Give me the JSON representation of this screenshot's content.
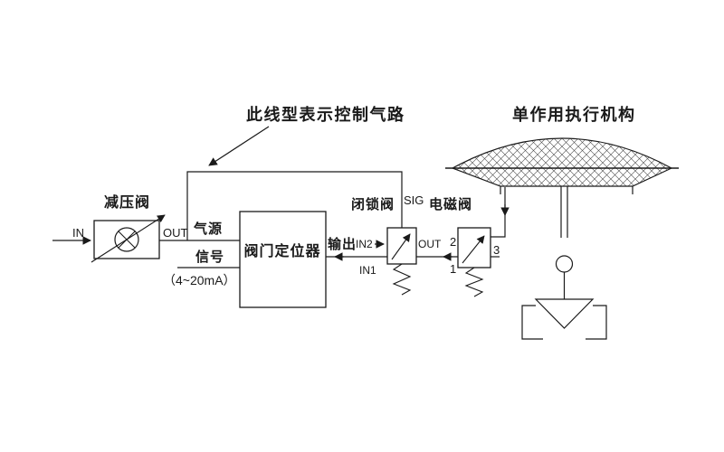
{
  "colors": {
    "background": "#ffffff",
    "line": "#1a1a1a"
  },
  "annotation": {
    "control_line_note": "此线型表示控制气路"
  },
  "actuator": {
    "title": "单作用执行机构"
  },
  "reducing_valve": {
    "label": "减压阀",
    "port_in": "IN",
    "port_out": "OUT"
  },
  "positioner": {
    "label": "阀门定位器",
    "air_supply_label": "气源",
    "signal_label": "信号",
    "signal_range": "（4~20mA）",
    "output_label": "输出"
  },
  "lockup_valve": {
    "label": "闭锁阀",
    "port_sig": "SIG",
    "port_in2": "IN2",
    "port_in1": "IN1",
    "port_out": "OUT"
  },
  "solenoid_valve": {
    "label": "电磁阀",
    "port_2": "2",
    "port_3": "3",
    "port_1": "1"
  }
}
